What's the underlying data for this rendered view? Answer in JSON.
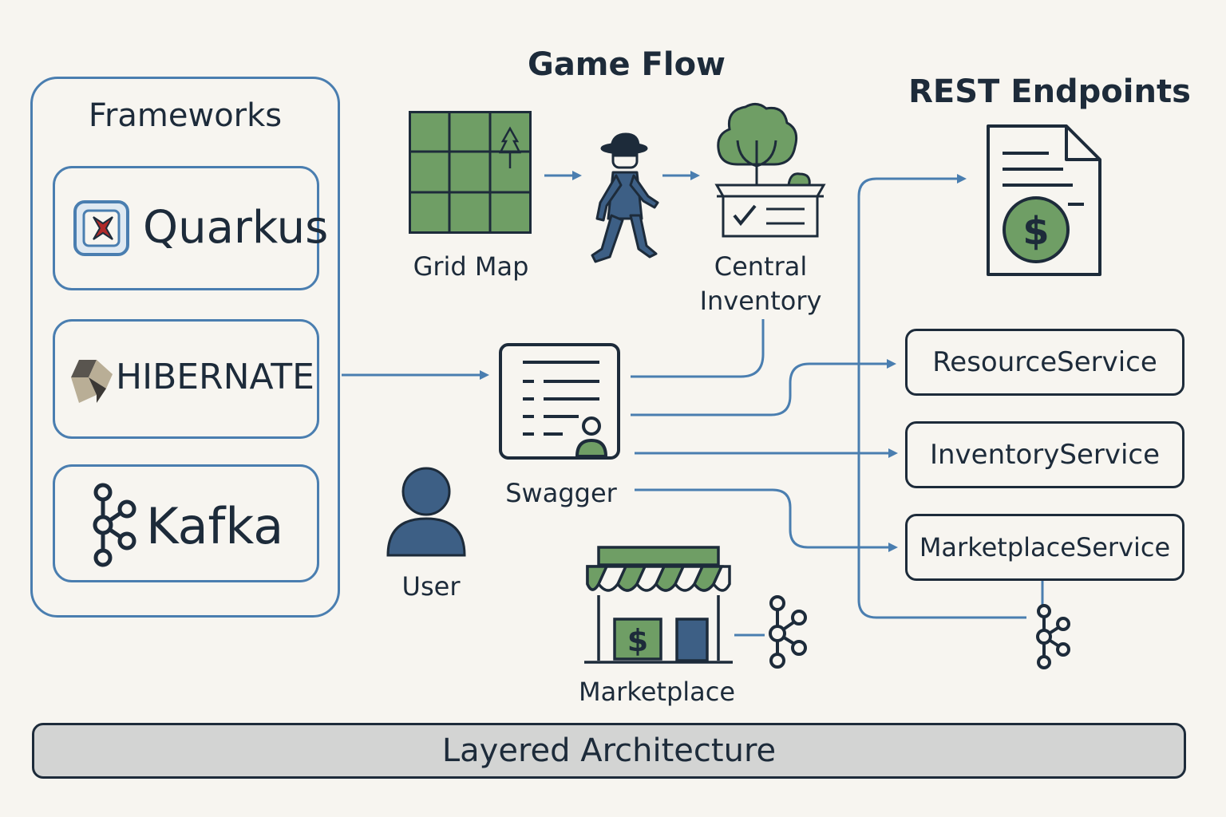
{
  "diagram": {
    "title": "Game Flow",
    "rest_title": "REST Endpoints",
    "frameworks": {
      "title": "Frameworks",
      "items": [
        {
          "name": "Quarkus",
          "icon": "quarkus-logo-icon"
        },
        {
          "name": "HIBERNATE",
          "icon": "hibernate-logo-icon"
        },
        {
          "name": "Kafka",
          "icon": "kafka-logo-icon"
        }
      ]
    },
    "flow": {
      "grid_map": "Grid Map",
      "central_inventory_line1": "Central",
      "central_inventory_line2": "Inventory",
      "swagger": "Swagger",
      "user": "User",
      "marketplace": "Marketplace",
      "currency_symbol": "$"
    },
    "services": [
      "ResourceService",
      "InventoryService",
      "MarketplaceService"
    ],
    "footer": "Layered Architecture",
    "colors": {
      "line": "#4a7eb0",
      "dark": "#1d2b3a",
      "green": "#6f9e65",
      "bar": "#d3d4d3",
      "person": "#3d5f85",
      "background": "#f7f5f0"
    }
  }
}
